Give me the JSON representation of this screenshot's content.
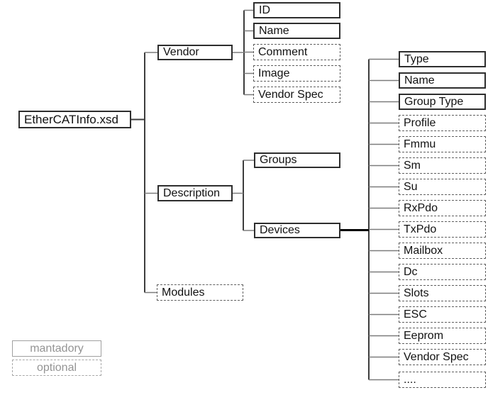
{
  "diagram": {
    "root": {
      "label": "EtherCATInfo.xsd",
      "style": "mandatory"
    },
    "level1": [
      {
        "label": "Vendor",
        "style": "mandatory"
      },
      {
        "label": "Description",
        "style": "mandatory"
      },
      {
        "label": "Modules",
        "style": "optional"
      }
    ],
    "vendor_children": [
      {
        "label": "ID",
        "style": "mandatory"
      },
      {
        "label": "Name",
        "style": "mandatory"
      },
      {
        "label": "Comment",
        "style": "optional"
      },
      {
        "label": "Image",
        "style": "optional"
      },
      {
        "label": "Vendor Spec",
        "style": "optional"
      }
    ],
    "description_children": [
      {
        "label": "Groups",
        "style": "mandatory"
      },
      {
        "label": "Devices",
        "style": "mandatory"
      }
    ],
    "devices_children": [
      {
        "label": "Type",
        "style": "mandatory"
      },
      {
        "label": "Name",
        "style": "mandatory"
      },
      {
        "label": "Group Type",
        "style": "mandatory"
      },
      {
        "label": "Profile",
        "style": "optional"
      },
      {
        "label": "Fmmu",
        "style": "optional"
      },
      {
        "label": "Sm",
        "style": "optional"
      },
      {
        "label": "Su",
        "style": "optional"
      },
      {
        "label": "RxPdo",
        "style": "optional"
      },
      {
        "label": "TxPdo",
        "style": "optional"
      },
      {
        "label": "Mailbox",
        "style": "optional"
      },
      {
        "label": "Dc",
        "style": "optional"
      },
      {
        "label": "Slots",
        "style": "optional"
      },
      {
        "label": "ESC",
        "style": "optional"
      },
      {
        "label": "Eeprom",
        "style": "optional"
      },
      {
        "label": "Vendor Spec",
        "style": "optional"
      },
      {
        "label": "....",
        "style": "optional"
      }
    ],
    "legend": [
      {
        "label": "mantadory",
        "style": "mandatory"
      },
      {
        "label": "optional",
        "style": "optional"
      }
    ],
    "colors": {
      "mandatory_border": "#2e2e2e",
      "optional_border": "#5f5f5f",
      "connector_gray": "#7c7c7c",
      "connector_dark": "#3d3d3d",
      "devices_connector": "#000000",
      "node_text": "#111111",
      "legend_text": "#949494",
      "background": "#ffffff"
    }
  }
}
